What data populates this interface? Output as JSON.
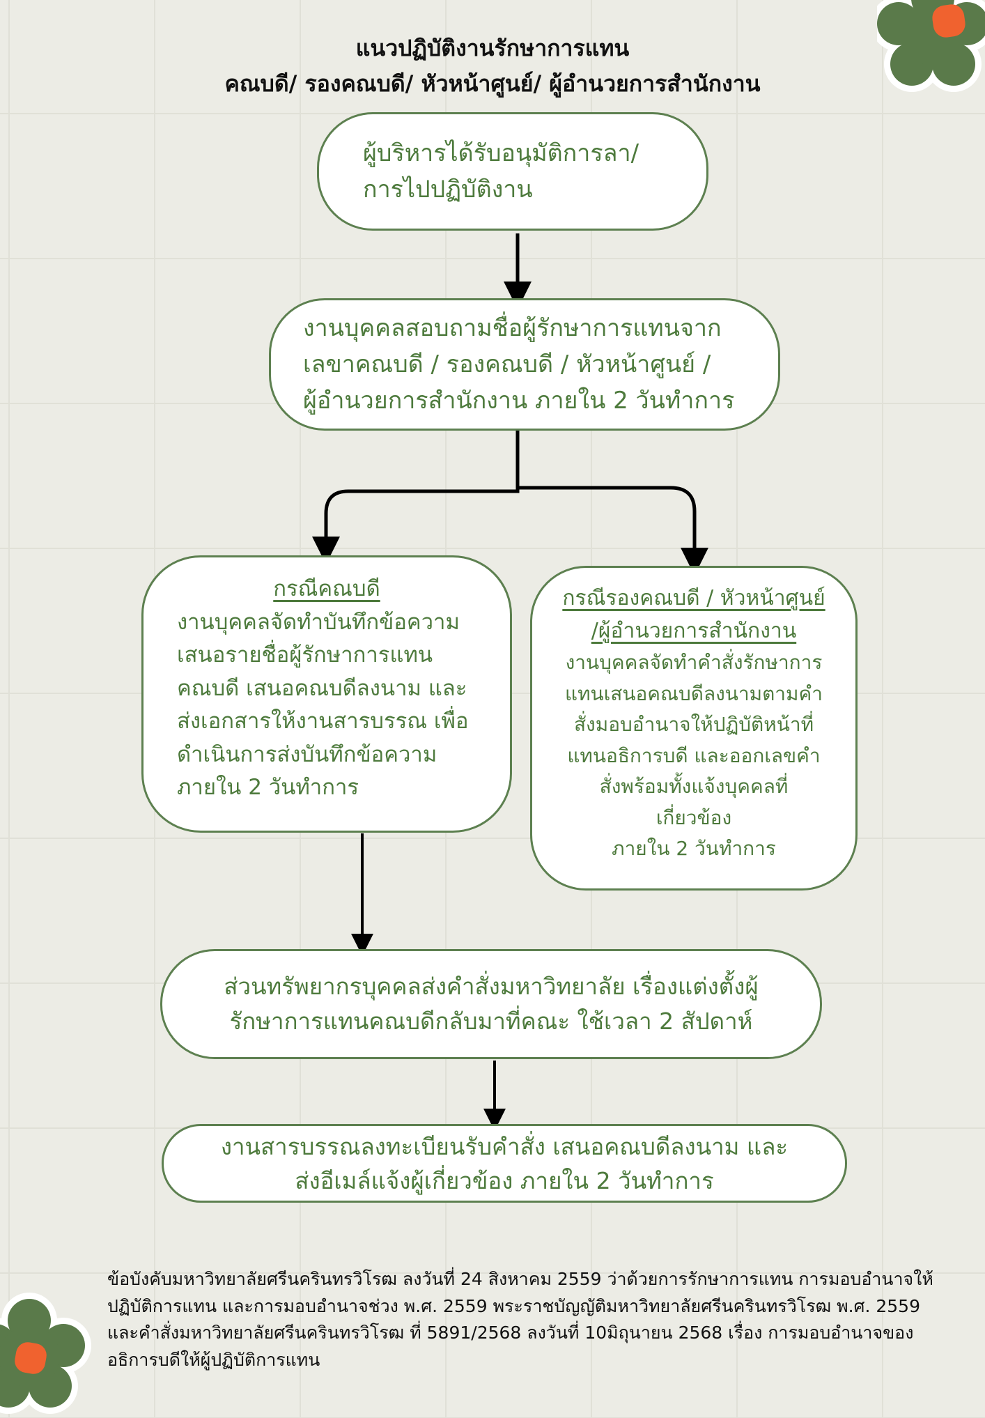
{
  "title": {
    "line1": "แนวปฏิบัติงานรักษาการแทน",
    "line2": "คณบดี/ รองคณบดี/ หัวหน้าศูนย์/ ผู้อำนวยการสำนักงาน"
  },
  "steps": {
    "request": {
      "lines": [
        "ผู้บริหารได้รับอนุมัติการลา/",
        "การไปปฏิบัติงาน"
      ]
    },
    "inquiry": {
      "lines": [
        "งานบุคคลสอบถามชื่อผู้รักษาการแทนจาก",
        "เลขาคณบดี / รองคณบดี / หัวหน้าศูนย์ /",
        "ผู้อำนวยการสำนักงาน  ภายใน 2 วันทำการ"
      ]
    },
    "dean_case": {
      "heading": "กรณีคณบดี",
      "lines": [
        "งานบุคคลจัดทำบันทึกข้อความ",
        "เสนอรายชื่อผู้รักษาการแทน",
        "คณบดี   เสนอคณบดีลงนาม และ",
        "ส่งเอกสารให้งานสารบรรณ เพื่อ",
        "ดำเนินการส่งบันทึกข้อความ",
        "ภายใน 2 วันทำการ"
      ]
    },
    "deputy_case": {
      "heading": [
        "กรณีรองคณบดี / หัวหน้าศูนย์",
        "/ผู้อำนวยการสำนักงาน"
      ],
      "lines": [
        "งานบุคคลจัดทำคำสั่งรักษาการ",
        "แทนเสนอคณบดีลงนามตามคำ",
        "สั่งมอบอำนาจให้ปฏิบัติหน้าที่",
        "แทนอธิการบดี และออกเลขคำ",
        "สั่งพร้อมทั้งแจ้งบุคคลที่",
        "เกี่ยวข้อง",
        "ภายใน 2 วันทำการ"
      ]
    },
    "hr_order": {
      "lines": [
        "ส่วนทรัพยากรบุคคลส่งคำสั่งมหาวิทยาลัย เรื่องแต่งตั้งผู้",
        "รักษาการแทนคณบดีกลับมาที่คณะ  ใช้เวลา 2 สัปดาห์"
      ]
    },
    "register": {
      "lines": [
        "งานสารบรรณลงทะเบียนรับคำสั่ง เสนอคณบดีลงนาม และ",
        "ส่งอีเมล์แจ้งผู้เกี่ยวข้อง ภายใน 2 วันทำการ"
      ]
    }
  },
  "footer": {
    "lines": [
      "ข้อบังคับมหาวิทยาลัยศรีนครินทรวิโรฒ ลงวันที่ 24 สิงหาคม 2559 ว่าด้วยการรักษาการแทน การมอบอำนาจให้",
      "ปฏิบัติการแทน และการมอบอำนาจช่วง พ.ศ. 2559  พระราชบัญญัติมหาวิทยาลัยศรีนครินทรวิโรฒ  พ.ศ. 2559",
      "และคำสั่งมหาวิทยาลัยศรีนครินทรวิโรฒ ที่ 5891/2568 ลงวันที่ 10มิถุนายน 2568  เรื่อง การมอบอำนาจของ",
      "อธิการบดีให้ผู้ปฏิบัติการแทน"
    ]
  },
  "colors": {
    "background": "#ecece5",
    "box_border": "#5d8050",
    "box_text": "#4d7a3c",
    "flower": "#5a7a4a",
    "flower_center": "#f0622f"
  },
  "icons": {
    "corner_decoration": "flower-icon"
  }
}
